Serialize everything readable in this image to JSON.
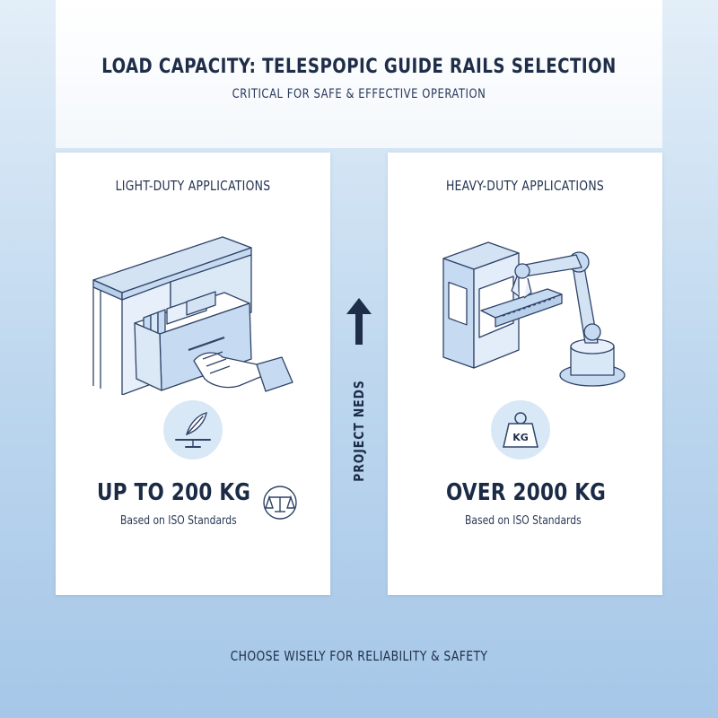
{
  "header": {
    "title": "LOAD CAPACITY: TELESPOPIC GUIDE RAILS SELECTION",
    "subtitle": "CRITICAL FOR SAFE & EFFECTIVE OPERATION"
  },
  "light": {
    "title": "LIGHT-DUTY APPLICATIONS",
    "illustration": "drawer-cabinet-with-hand",
    "badge_icon": "feather-on-scale-icon",
    "capacity": "UP TO 200 KG",
    "standard": "Based on ISO Standards",
    "extra_icon": "balance-scale-icon"
  },
  "heavy": {
    "title": "HEAVY-DUTY APPLICATIONS",
    "illustration": "cnc-machine-with-robot-arm",
    "badge_icon": "kg-weight-icon",
    "badge_text": "KG",
    "capacity": "OVER 2000 KG",
    "standard": "Based on ISO Standards"
  },
  "center": {
    "label": "PROJECT NEDS",
    "arrow_icon": "arrow-up-icon"
  },
  "footer": {
    "text": "CHOOSE WISELY FOR RELIABILITY & SAFETY"
  },
  "colors": {
    "accent_fill": "#c6daf1",
    "accent_light": "#d9e8f7",
    "line": "#2f4468",
    "text_dark": "#1e2d48"
  }
}
